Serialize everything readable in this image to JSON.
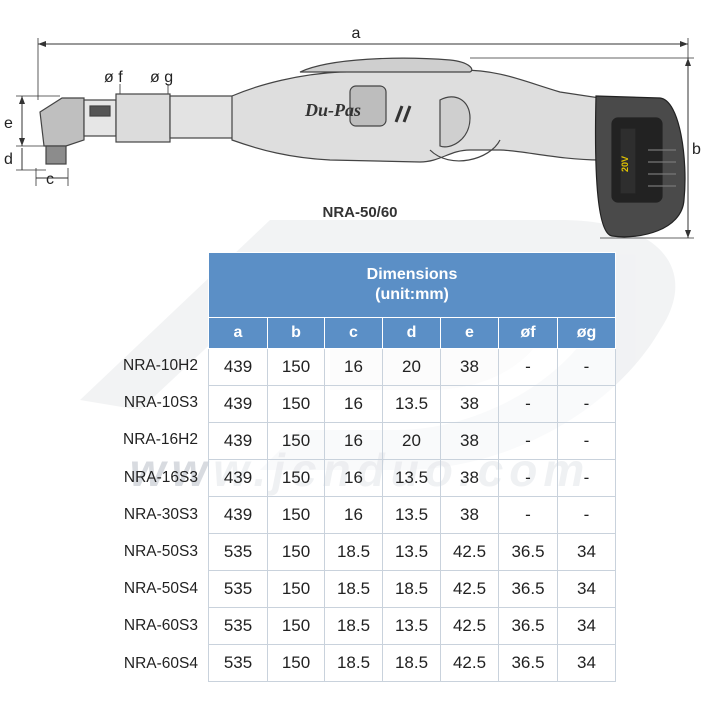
{
  "drawing": {
    "label_a": "a",
    "label_b": "b",
    "label_c": "c",
    "label_d": "d",
    "label_e": "e",
    "label_f": "ø f",
    "label_g": "ø g",
    "brand": "Du-Pas",
    "battery_text": "20V"
  },
  "model_caption": "NRA-50/60",
  "watermark": "www.jcnduo.com",
  "table": {
    "title_line1": "Dimensions",
    "title_line2": "(unit:mm)",
    "columns": [
      "a",
      "b",
      "c",
      "d",
      "e",
      "øf",
      "øg"
    ],
    "rows": [
      {
        "model": "NRA-10H2",
        "values": [
          "439",
          "150",
          "16",
          "20",
          "38",
          "-",
          "-"
        ]
      },
      {
        "model": "NRA-10S3",
        "values": [
          "439",
          "150",
          "16",
          "13.5",
          "38",
          "-",
          "-"
        ]
      },
      {
        "model": "NRA-16H2",
        "values": [
          "439",
          "150",
          "16",
          "20",
          "38",
          "-",
          "-"
        ]
      },
      {
        "model": "NRA-16S3",
        "values": [
          "439",
          "150",
          "16",
          "13.5",
          "38",
          "-",
          "-"
        ]
      },
      {
        "model": "NRA-30S3",
        "values": [
          "439",
          "150",
          "16",
          "13.5",
          "38",
          "-",
          "-"
        ]
      },
      {
        "model": "NRA-50S3",
        "values": [
          "535",
          "150",
          "18.5",
          "13.5",
          "42.5",
          "36.5",
          "34"
        ]
      },
      {
        "model": "NRA-50S4",
        "values": [
          "535",
          "150",
          "18.5",
          "18.5",
          "42.5",
          "36.5",
          "34"
        ]
      },
      {
        "model": "NRA-60S3",
        "values": [
          "535",
          "150",
          "18.5",
          "13.5",
          "42.5",
          "36.5",
          "34"
        ]
      },
      {
        "model": "NRA-60S4",
        "values": [
          "535",
          "150",
          "18.5",
          "18.5",
          "42.5",
          "36.5",
          "34"
        ]
      }
    ]
  }
}
